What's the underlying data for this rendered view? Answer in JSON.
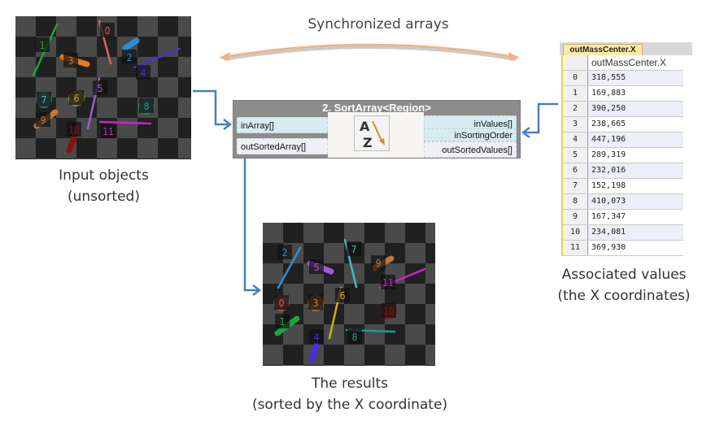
{
  "top_label": "Synchronized arrays",
  "input_caption": [
    "Input objects",
    "(unsorted)"
  ],
  "result_caption": [
    "The results",
    "(sorted by the X coordinate)"
  ],
  "values_caption": [
    "Associated values",
    "(the X coordinates)"
  ],
  "node": {
    "title": "2. SortArray<Region>",
    "inputs_left": [
      "inArray[]"
    ],
    "outputs_left": [
      "outSortedArray[]"
    ],
    "inputs_right": [
      "inValues[]",
      "inSortingOrder"
    ],
    "outputs_right": [
      "outSortedValues[]"
    ],
    "icon": "sort-az-icon"
  },
  "table": {
    "tab_label": "outMassCenter.X",
    "column_header": "outMassCenter.X",
    "rows": [
      {
        "index": "0",
        "value": "318,555"
      },
      {
        "index": "1",
        "value": "169,883"
      },
      {
        "index": "2",
        "value": "390,250"
      },
      {
        "index": "3",
        "value": "238,665"
      },
      {
        "index": "4",
        "value": "447,196"
      },
      {
        "index": "5",
        "value": "289,319"
      },
      {
        "index": "6",
        "value": "232,016"
      },
      {
        "index": "7",
        "value": "152,198"
      },
      {
        "index": "8",
        "value": "410,073"
      },
      {
        "index": "9",
        "value": "167,347"
      },
      {
        "index": "10",
        "value": "234,081"
      },
      {
        "index": "11",
        "value": "369,930"
      }
    ]
  },
  "colors": {
    "connector": "#4a7ebb",
    "sync_arrow": "#f4b183",
    "object_colors": [
      "#e06060",
      "#1fa33a",
      "#2a8fd6",
      "#e07a1a",
      "#4a2ee0",
      "#a05ad6",
      "#c8b020",
      "#4fb7c0",
      "#1a9a8a",
      "#c07838",
      "#8a1010",
      "#cc22cc"
    ]
  },
  "input_objects": [
    "0",
    "1",
    "2",
    "3",
    "4",
    "5",
    "6",
    "7",
    "8",
    "9",
    "10",
    "11"
  ],
  "result_objects": [
    "0",
    "1",
    "2",
    "3",
    "4",
    "5",
    "6",
    "7",
    "8",
    "9",
    "10",
    "11"
  ]
}
